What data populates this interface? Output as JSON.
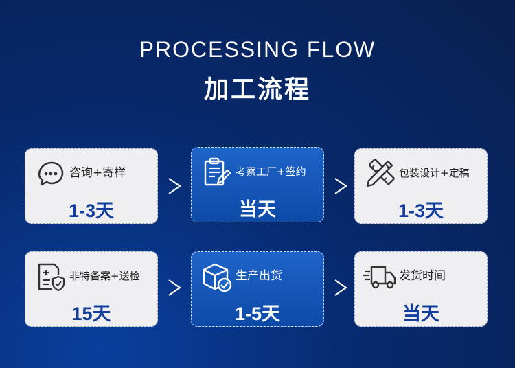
{
  "header": {
    "title_en": "PROCESSING FLOW",
    "title_cn": "加工流程"
  },
  "steps": [
    {
      "label": "咨询+寄样",
      "value": "1-3天",
      "icon": "chat-bubble-icon",
      "highlight": false
    },
    {
      "label": "考察工厂+签约",
      "value": "当天",
      "icon": "clipboard-edit-icon",
      "highlight": true
    },
    {
      "label": "包装设计+定稿",
      "value": "1-3天",
      "icon": "ruler-pencil-icon",
      "highlight": false
    },
    {
      "label": "非特备案+送检",
      "value": "15天",
      "icon": "document-shield-icon",
      "highlight": false
    },
    {
      "label": "生产出货",
      "value": "1-5天",
      "icon": "box-check-icon",
      "highlight": true
    },
    {
      "label": "发货时间",
      "value": "当天",
      "icon": "delivery-truck-icon",
      "highlight": false
    }
  ],
  "arrow_glyph": ">",
  "colors": {
    "background": "#072a6e",
    "card": "#efeff1",
    "card_highlight": "#1557b8",
    "value_text": "#123c9e"
  }
}
